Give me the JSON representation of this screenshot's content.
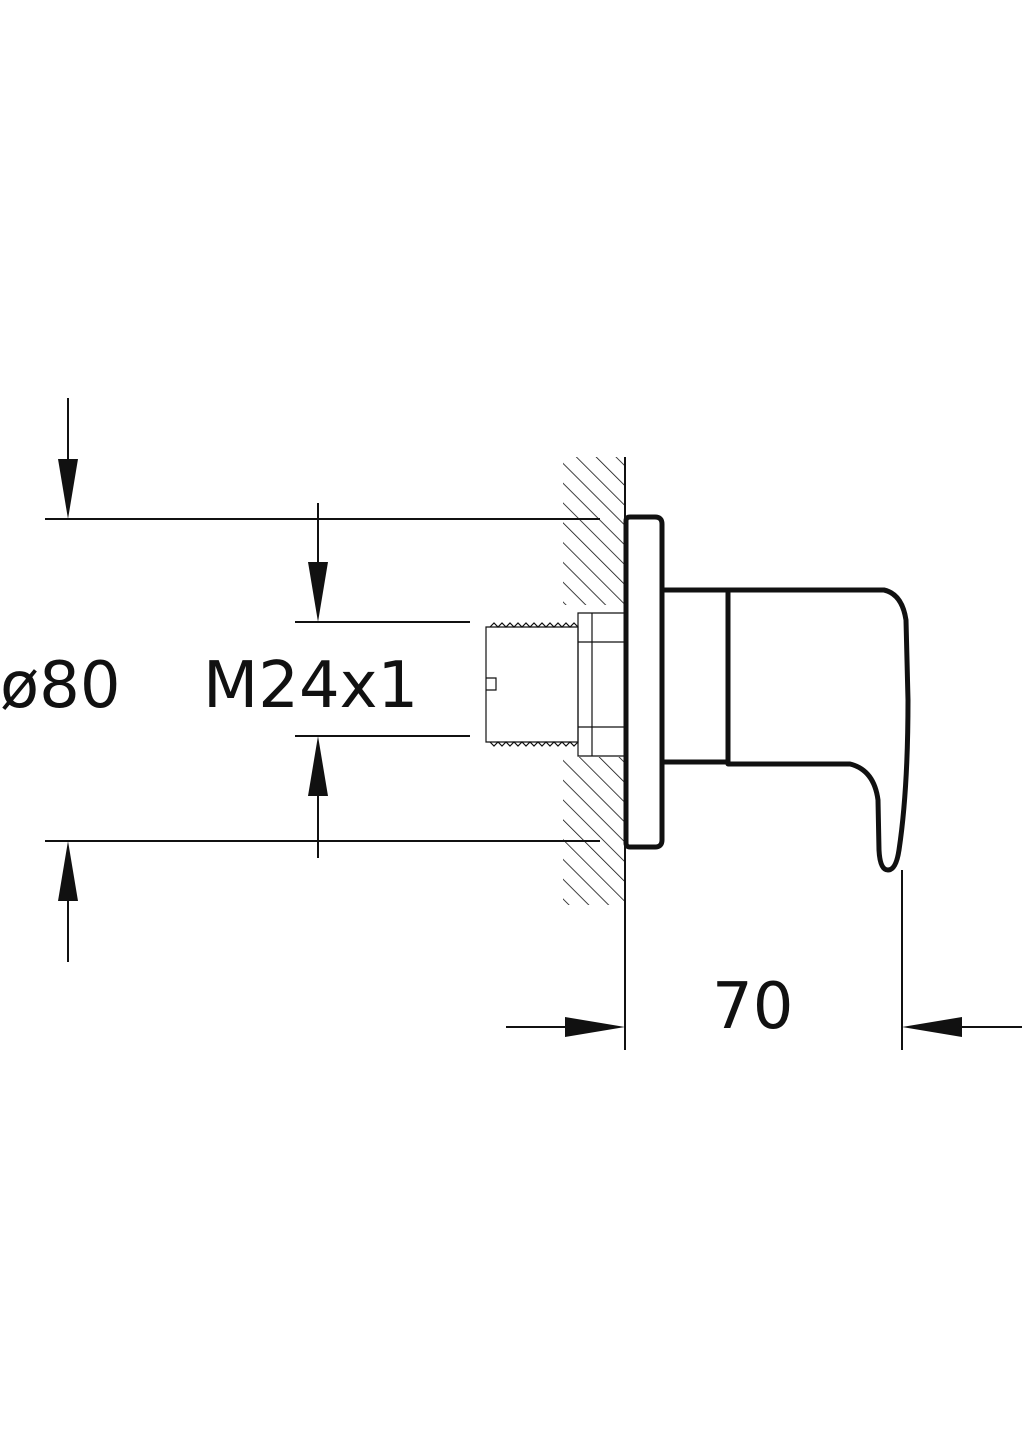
{
  "dimensions": {
    "flange_diameter": "ø80",
    "thread": "M24x1",
    "projection": "70"
  },
  "colors": {
    "line": "#111111",
    "background": "#ffffff"
  }
}
